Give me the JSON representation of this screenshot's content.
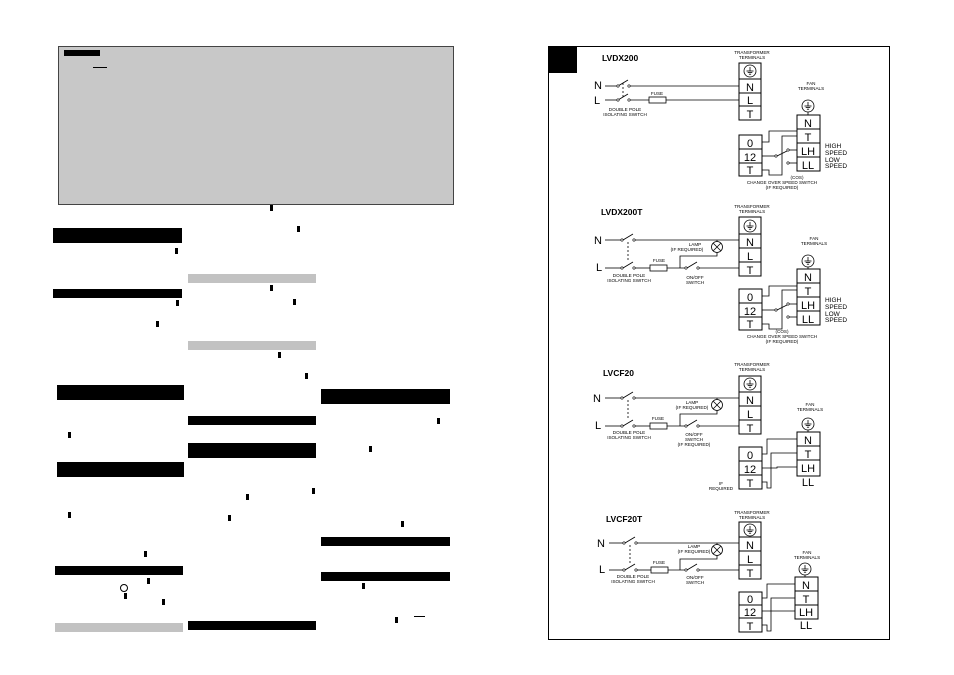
{
  "diagram": {
    "common": {
      "transformer_terminals": [
        "TRANSFORMER",
        "TERMINALS"
      ],
      "fan_terminals": [
        "FAN",
        "TERMINALS"
      ],
      "fuse": "FUSE",
      "isolating_switch": [
        "DOUBLE POLE",
        "ISOLATING SWITCH"
      ],
      "lamp": [
        "LAMP",
        "(IF REQUIRED)"
      ],
      "onoff_switch": [
        "ON/OFF",
        "SWITCH"
      ],
      "onoff_switch_req": [
        "ON/OFF",
        "SWITCH",
        "(IF REQUIRED)"
      ],
      "if_required": [
        "IF",
        "REQUIRED"
      ],
      "cos": [
        "(COS)",
        "CHANGE OVER SPEED SWITCH",
        "(IF REQUIRED)"
      ],
      "high_speed": [
        "HIGH",
        "SPEED"
      ],
      "low_speed": [
        "LOW",
        "SPEED"
      ],
      "n": "N",
      "l": "L",
      "t": "T",
      "lh": "LH",
      "ll": "LL",
      "zero": "0",
      "twelve": "12"
    },
    "lvdx200": {
      "title": "LVDX200"
    },
    "lvdx200t": {
      "title": "LVDX200T",
      "onoff": [
        "ON/OFF",
        "SWITCH"
      ]
    },
    "lvcf20": {
      "title": "LVCF20"
    },
    "lvcf20t": {
      "title": "LVCF20T",
      "transformer": [
        "TRANSFORMER",
        "TERMINALS"
      ]
    }
  }
}
